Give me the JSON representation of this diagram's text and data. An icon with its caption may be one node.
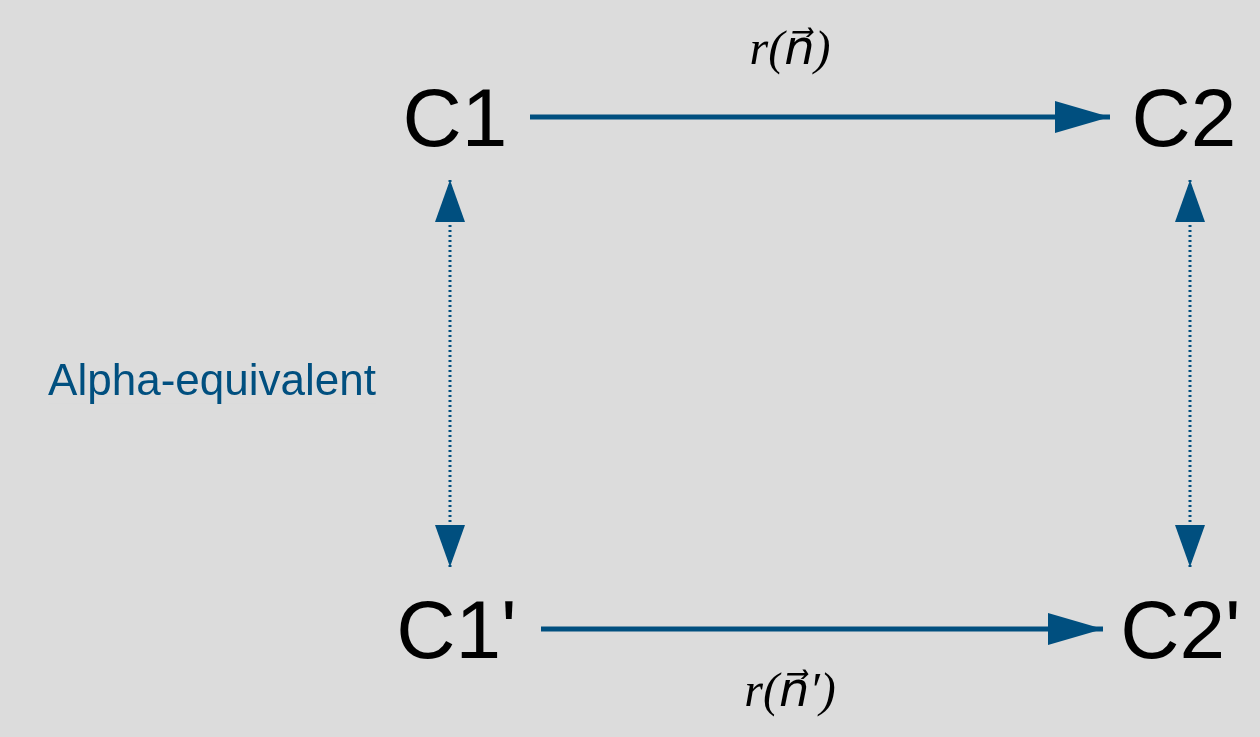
{
  "diagram": {
    "nodes": [
      {
        "text": [
          "C1"
        ]
      },
      {
        "text": [
          "C2"
        ]
      },
      {
        "text": [
          "C1'"
        ]
      },
      {
        "text": [
          "C2'"
        ]
      }
    ],
    "edges": [
      {
        "from": 0,
        "to": 1,
        "arrow": "to",
        "label": "r(n⃗)"
      },
      {
        "from": 2,
        "to": 3,
        "arrow": "to",
        "label": "r(n⃗′)"
      },
      {
        "from": 0,
        "to": 2,
        "arrow": "both",
        "style": "dashed",
        "label": "Alpha-equivalent"
      },
      {
        "from": 1,
        "to": 3,
        "arrow": "both",
        "style": "dashed"
      }
    ]
  }
}
